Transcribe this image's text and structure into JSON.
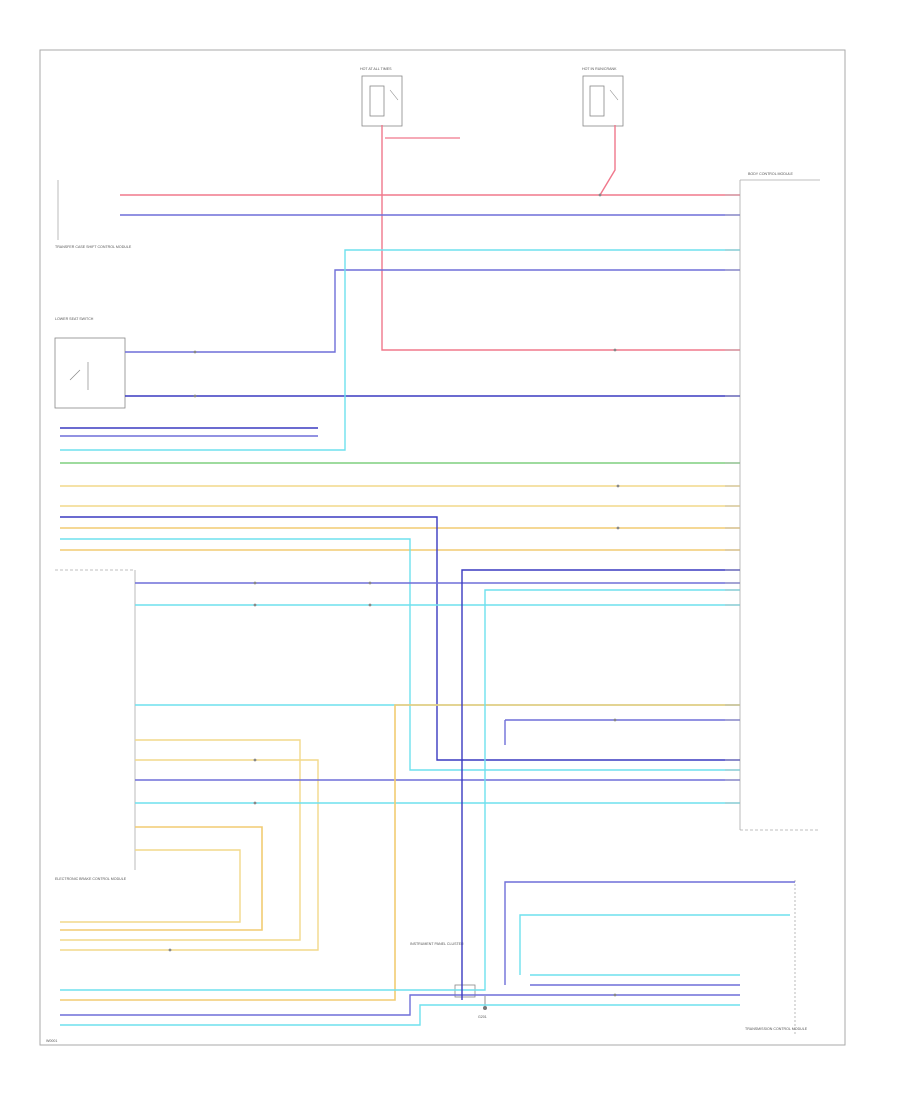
{
  "colors": {
    "red": "#f0788c",
    "blue": "#6f6fd8",
    "dark_blue": "#3a3ac0",
    "cyan": "#6ee0ee",
    "green": "#7fcf7f",
    "orange": "#f2cc72",
    "gray": "#9aa0a8",
    "frame": "#aaaaaa"
  },
  "footer": {
    "code": "W0001"
  },
  "components": {
    "fuse_top_left": {
      "label": "HOT AT ALL TIMES"
    },
    "fuse_top_right": {
      "label": "HOT IN RUN/CRANK"
    },
    "bcm": {
      "label": "BODY CONTROL MODULE"
    },
    "transfer_case": {
      "label": "TRANSFER CASE SHIFT CONTROL MODULE"
    },
    "lower_switch": {
      "label": "LOWER SEAT SWITCH"
    },
    "ebcm": {
      "label": "ELECTRONIC BRAKE CONTROL MODULE"
    },
    "instrument": {
      "label": "INSTRUMENT PANEL CLUSTER"
    },
    "ground": {
      "label": "G201"
    },
    "bottom_right": {
      "label": "TRANSMISSION CONTROL MODULE"
    }
  }
}
